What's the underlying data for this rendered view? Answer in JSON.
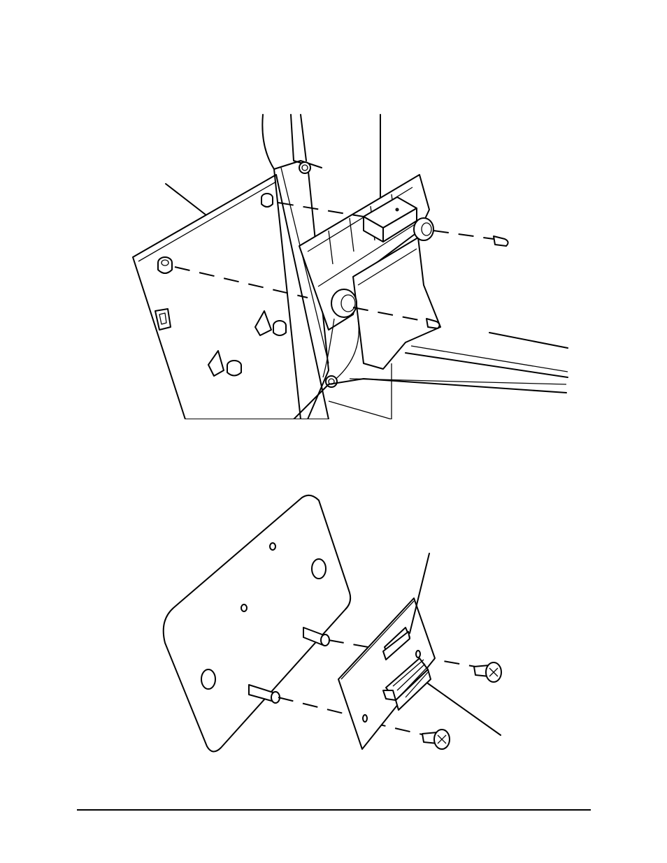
{
  "figures": [
    {
      "id": "top",
      "kind": "exploded-assembly-view",
      "callouts": 1
    },
    {
      "id": "bottom",
      "kind": "exploded-assembly-view",
      "callouts": 2
    }
  ]
}
